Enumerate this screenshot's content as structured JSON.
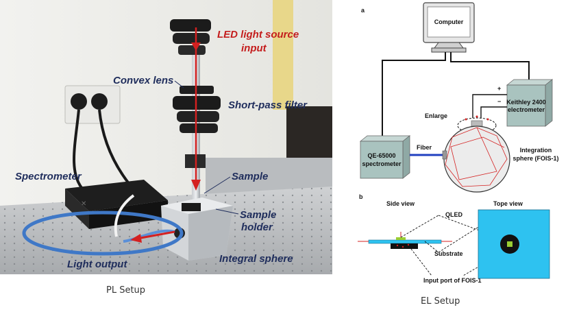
{
  "photo": {
    "labels": {
      "led_line1": "LED light source",
      "led_line2": "input",
      "convex_lens": "Convex lens",
      "short_pass": "Short-pass filter",
      "spectrometer": "Spectrometer",
      "sample": "Sample",
      "sample_holder_line1": "Sample",
      "sample_holder_line2": "holder",
      "light_output": "Light output",
      "integral_sphere": "Integral sphere"
    },
    "caption": "PL Setup"
  },
  "diagram": {
    "panel_a": "a",
    "panel_b": "b",
    "computer": "Computer",
    "keithley_line1": "Keithley 2400",
    "keithley_line2": "electrometer",
    "plus": "+",
    "minus": "−",
    "enlarge": "Enlarge",
    "qe_line1": "QE-65000",
    "qe_line2": "spectrometer",
    "fiber": "Fiber",
    "integration_line1": "Integration",
    "integration_line2": "sphere (FOIS-1)",
    "side_view": "Side view",
    "top_view": "Tope view",
    "qled": "QLED",
    "substrate": "Substrate",
    "input_port": "Input port of FOIS-1",
    "caption": "EL Setup",
    "colors": {
      "qled_label": "#9acd32",
      "substrate_label": "#2aa5d8",
      "substrate_fill": "#2ec2f0",
      "box_fill": "#a9c3bf",
      "fiber": "#2040c0",
      "arrow": "#d42020"
    }
  }
}
